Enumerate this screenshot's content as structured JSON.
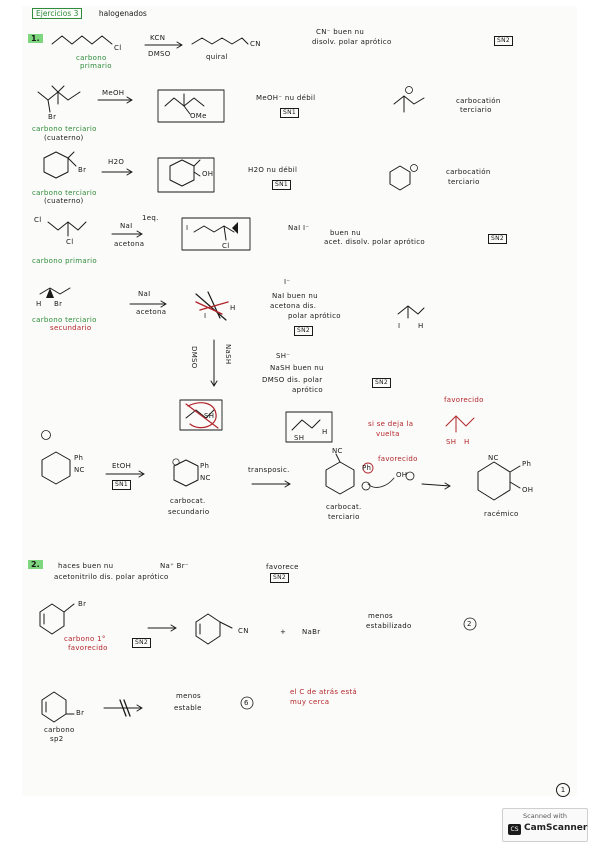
{
  "page": {
    "title_box": "Ejercicios 3",
    "title_rest": "halogenados",
    "page_number": "1"
  },
  "ex1": {
    "number": "1.",
    "row1": {
      "reactant_label": "Cl",
      "reagent": "KCN",
      "solvent": "DMSO",
      "product_label": "CN",
      "product_name": "quiral",
      "reactant_note_1": "carbono",
      "reactant_note_2": "primario",
      "note_1": "CN⁻ buen nu",
      "note_2": "disolv. polar aprótico",
      "mech": "SN2"
    },
    "row2": {
      "reactant_label": "Br",
      "reagent": "MeOH",
      "product_label": "OMe",
      "reactant_note_1": "carbono terciario",
      "reactant_note_2": "(cuaterno)",
      "note_1": "MeOH⁻ nu débil",
      "mech": "SN1",
      "cation_note_1": "carbocatión",
      "cation_note_2": "terciario"
    },
    "row3": {
      "reactant_label": "Br",
      "reagent": "H2O",
      "product_label": "OH",
      "reactant_note_1": "carbono terciario",
      "reactant_note_2": "(cuaterno)",
      "note_1": "H2O nu débil",
      "mech": "SN1",
      "cation_note_1": "carbocatión",
      "cation_note_2": "terciario"
    },
    "row4": {
      "reactant_label_1": "Cl",
      "reactant_label_2": "Cl",
      "reagent": "NaI",
      "reagent_eq": "1eq.",
      "solvent": "acetona",
      "product_label_1": "I",
      "product_label_2": "Cl",
      "reactant_note": "carbono primario",
      "note_1": "NaI  I⁻",
      "note_2": "buen nu",
      "note_3": "acet. disolv. polar aprótico",
      "mech": "SN2"
    },
    "row5": {
      "reactant_label_1": "H",
      "reactant_label_2": "Br",
      "reagent": "NaI",
      "solvent": "acetona",
      "product_label_1": "I",
      "product_label_2": "H",
      "reactant_note_1": "carbono terciario",
      "reactant_note_2": "secundario",
      "note_0": "I⁻",
      "note_1": "NaI buen nu",
      "note_2": "acetona dis.",
      "note_3": "polar aprótico",
      "mech": "SN2",
      "side_label_1": "I",
      "side_label_2": "H"
    },
    "row6": {
      "reagent_vert_1": "DMSO",
      "reagent_vert_2": "NaSH",
      "note_0": "SH⁻",
      "note_1": "NaSH buen nu",
      "note_2": "DMSO dis. polar",
      "note_3": "aprótico",
      "mech": "SN2",
      "product_crossed_label": "SH",
      "product_label_1": "SH",
      "product_label_2": "H",
      "red_note_1": "si se deja la",
      "red_note_2": "vuelta",
      "red_note_3": "favorecido",
      "red_label_1": "SH",
      "red_label_2": "H"
    },
    "row7": {
      "left_label_1": "Ph",
      "left_label_2": "NC",
      "reagent": "EtOH",
      "mech": "SN1",
      "int_label_1": "Ph",
      "int_label_2": "NC",
      "int_note_1": "carbocat.",
      "int_note_2": "secundario",
      "transpos": "transposic.",
      "cat_label_1": "NC",
      "cat_label_2": "Ph",
      "cat_note_1": "carbocat.",
      "cat_note_2": "terciario",
      "cat_red_note": "favorecido",
      "oh_label": "OH",
      "final_label_1": "NC",
      "final_label_2": "Ph",
      "final_label_3": "OH",
      "final_note": "racémico"
    }
  },
  "ex2": {
    "number": "2.",
    "intro_1": "haces buen nu",
    "intro_2": "Na⁺ Br⁻",
    "intro_3": "favorece",
    "intro_4": "acetonitrilo dis. polar aprótico",
    "intro_mech": "SN2",
    "row1": {
      "reactant_label": "Br",
      "reactant_note_1": "carbono 1°",
      "reactant_note_2": "favorecido",
      "mech": "SN2",
      "product_label": "CN",
      "plus": "+",
      "byproduct": "NaBr",
      "note_1": "menos",
      "note_2": "estabilizado",
      "circle": "2"
    },
    "row2": {
      "reactant_label": "Br",
      "reactant_note_1": "carbono",
      "reactant_note_2": "sp2",
      "note_1": "menos",
      "note_2": "estable",
      "circle": "6",
      "red_note_1": "el C de atrás está",
      "red_note_2": "muy cerca"
    }
  },
  "scanner": {
    "top": "Scanned with",
    "logo": "CS",
    "name": "CamScanner"
  }
}
